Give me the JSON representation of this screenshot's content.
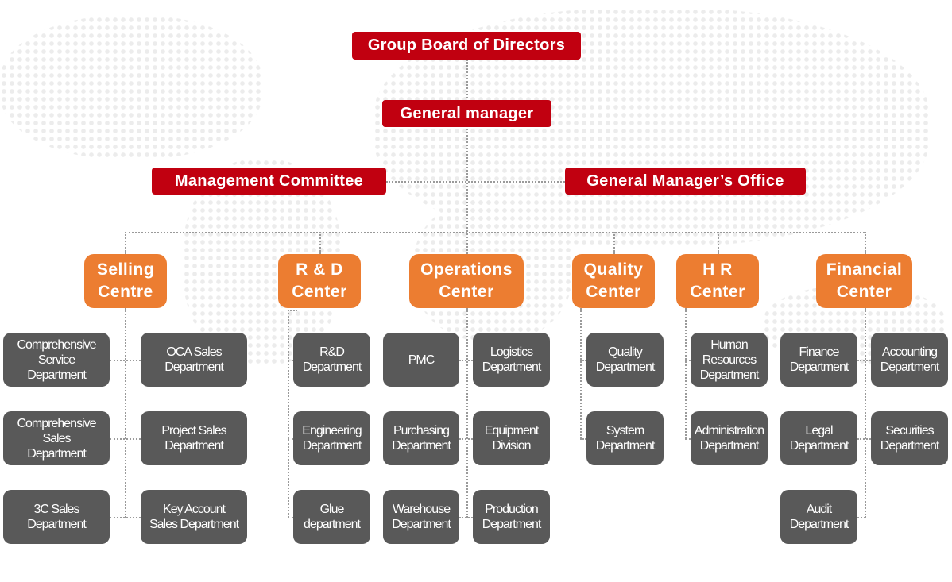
{
  "colors": {
    "top": "#c10010",
    "center": "#ec7d31",
    "department": "#595959"
  },
  "top": {
    "board": "Group Board of Directors",
    "general_manager": "General manager",
    "management_committee": "Management Committee",
    "gm_office": "General Manager’s Office"
  },
  "centers": {
    "selling": {
      "label": "Selling\nCentre",
      "departments": [
        "Comprehensive Service Department",
        "OCA Sales\nDepartment",
        "Comprehensive Sales\nDepartment",
        "Project Sales\nDepartment",
        "3C Sales\nDepartment",
        "Key Account\nSales Department"
      ]
    },
    "rd": {
      "label": "R & D\nCenter",
      "departments": [
        "R&D\nDepartment",
        "Engineering\nDepartment",
        "Glue\ndepartment"
      ]
    },
    "operations": {
      "label": "Operations\nCenter",
      "departments": [
        "PMC",
        "Logistics\nDepartment",
        "Purchasing\nDepartment",
        "Equipment\nDivision",
        "Warehouse\nDepartment",
        "Production\nDepartment"
      ]
    },
    "quality": {
      "label": "Quality\nCenter",
      "departments": [
        "Quality\nDepartment",
        "System\nDepartment"
      ]
    },
    "hr": {
      "label": "H R\nCenter",
      "departments": [
        "Human\nResources\nDepartment",
        "Administration\nDepartment"
      ]
    },
    "financial": {
      "label": "Financial\nCenter",
      "departments": [
        "Finance\nDepartment",
        "Accounting\nDepartment",
        "Legal\nDepartment",
        "Securities\nDepartment",
        "Audit\nDepartment"
      ]
    }
  }
}
